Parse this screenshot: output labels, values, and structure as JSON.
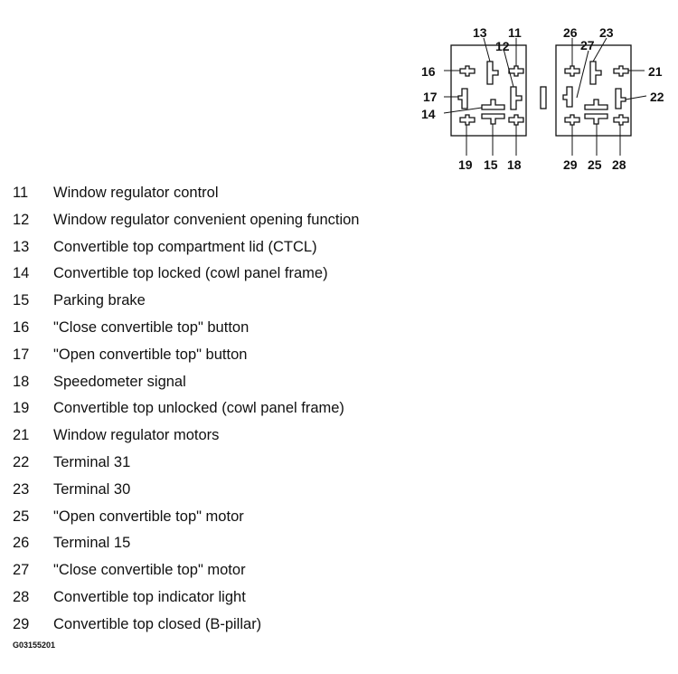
{
  "diagram": {
    "pin_labels": {
      "p11": "11",
      "p12": "12",
      "p13": "13",
      "p14": "14",
      "p15": "15",
      "p16": "16",
      "p17": "17",
      "p18": "18",
      "p19": "19",
      "p21": "21",
      "p22": "22",
      "p23": "23",
      "p25": "25",
      "p26": "26",
      "p27": "27",
      "p28": "28",
      "p29": "29"
    }
  },
  "legend": [
    {
      "num": "11",
      "text": "Window regulator control"
    },
    {
      "num": "12",
      "text": "Window regulator convenient opening function"
    },
    {
      "num": "13",
      "text": "Convertible top compartment lid (CTCL)"
    },
    {
      "num": "14",
      "text": "Convertible top locked (cowl panel frame)"
    },
    {
      "num": "15",
      "text": "Parking brake"
    },
    {
      "num": "16",
      "text": "\"Close convertible top\" button"
    },
    {
      "num": "17",
      "text": "\"Open convertible top\" button"
    },
    {
      "num": "18",
      "text": "Speedometer signal"
    },
    {
      "num": "19",
      "text": "Convertible top unlocked (cowl panel frame)"
    },
    {
      "num": "21",
      "text": "Window regulator motors"
    },
    {
      "num": "22",
      "text": "Terminal 31"
    },
    {
      "num": "23",
      "text": "Terminal 30"
    },
    {
      "num": "25",
      "text": "\"Open convertible top\" motor"
    },
    {
      "num": "26",
      "text": "Terminal 15"
    },
    {
      "num": "27",
      "text": "\"Close convertible top\" motor"
    },
    {
      "num": "28",
      "text": "Convertible top indicator light"
    },
    {
      "num": "29",
      "text": "Convertible top closed (B-pillar)"
    }
  ],
  "figure_id": "G03155201"
}
